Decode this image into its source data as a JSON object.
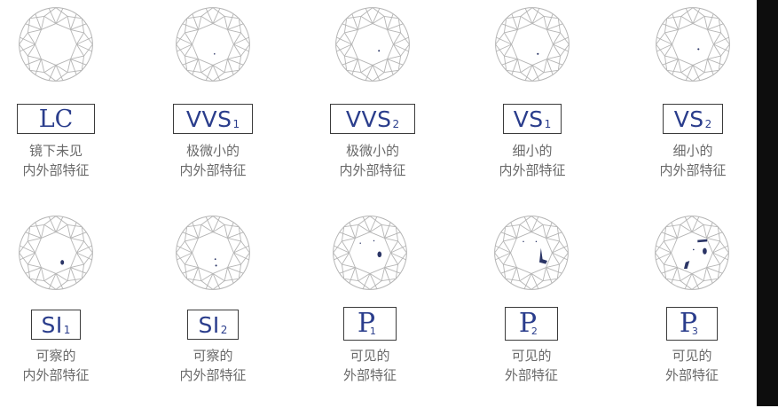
{
  "grades": [
    {
      "id": "lc",
      "letters": "LC",
      "sub": "",
      "style": "serif",
      "line1": "镜下未见",
      "line2": "内外部特征",
      "marks": []
    },
    {
      "id": "vvs1",
      "letters": "VVS",
      "sub": "1",
      "style": "sans",
      "line1": "极微小的",
      "line2": "内外部特征",
      "marks": [
        "dot"
      ]
    },
    {
      "id": "vvs2",
      "letters": "VVS",
      "sub": "2",
      "style": "sans",
      "line1": "极微小的",
      "line2": "内外部特征",
      "marks": [
        "dot"
      ]
    },
    {
      "id": "vs1",
      "letters": "VS",
      "sub": "1",
      "style": "sans",
      "line1": "细小的",
      "line2": "内外部特征",
      "marks": [
        "dot"
      ]
    },
    {
      "id": "vs2",
      "letters": "VS",
      "sub": "2",
      "style": "sans",
      "line1": "细小的",
      "line2": "内外部特征",
      "marks": [
        "dot"
      ]
    },
    {
      "id": "si1",
      "letters": "SI",
      "sub": "1",
      "style": "sans",
      "line1": "可察的",
      "line2": "内外部特征",
      "marks": [
        "spot"
      ]
    },
    {
      "id": "si2",
      "letters": "SI",
      "sub": "2",
      "style": "sans",
      "line1": "可察的",
      "line2": "内外部特征",
      "marks": [
        "spot"
      ]
    },
    {
      "id": "p1",
      "letters": "P",
      "sub": "1",
      "style": "p",
      "line1": "可见的",
      "line2": "外部特征",
      "marks": [
        "spot"
      ]
    },
    {
      "id": "p2",
      "letters": "P",
      "sub": "2",
      "style": "p",
      "line1": "可见的",
      "line2": "外部特征",
      "marks": [
        "spot"
      ]
    },
    {
      "id": "p3",
      "letters": "P",
      "sub": "3",
      "style": "p",
      "line1": "可见的",
      "line2": "外部特征",
      "marks": [
        "spot"
      ]
    }
  ],
  "colors": {
    "grade_text": "#2a3d8c",
    "inclusion": "#2b3566",
    "facet_lines": "#b5b5b5",
    "caption": "#6a6a6a"
  }
}
